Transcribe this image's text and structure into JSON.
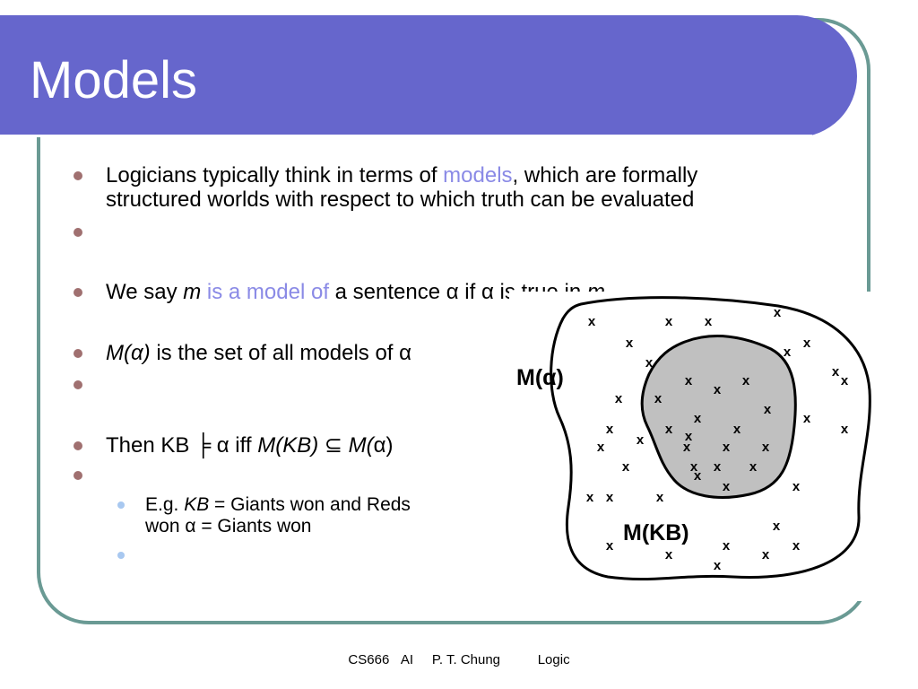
{
  "slide": {
    "title": "Models",
    "bullets": {
      "b1_pre": "Logicians typically think in terms of ",
      "b1_accent": "models",
      "b1_post": ", which are formally",
      "b1_line2": "structured worlds with respect to which truth can be evaluated",
      "b3_pre": "We say ",
      "b3_m": "m",
      "b3_accent": " is a model of",
      "b3_post": " a sentence α if α is true in ",
      "b3_m2": "m",
      "b4_it": "M(α)",
      "b4_post": " is the set of all models of α",
      "b6_pre": "Then KB ",
      "b6_entails": "╞",
      "b6_mid": " α iff ",
      "b6_mkb": "M(KB)",
      "b6_subset": " ⊆ ",
      "b6_ma": "M(",
      "b6_alpha": "α)",
      "sub1_pre": "E.g. ",
      "sub1_kb": "KB",
      "sub1_post": " = Giants won and Reds",
      "sub1_line2": "won α = Giants won"
    },
    "figure": {
      "label_m_alpha": "M(α)",
      "label_m_kb": "M(KB)",
      "marker": "x"
    },
    "footer": {
      "course": "CS666",
      "topic": "AI",
      "author": "P. T. Chung",
      "section": "Logic"
    },
    "colors": {
      "title_bar": "#6666cc",
      "frame": "#6a9a94",
      "accent_text": "#8a8ae6",
      "bullet": "#a07070",
      "sub_bullet": "#a8c8f0",
      "inner_region": "#c0c0c0"
    }
  }
}
